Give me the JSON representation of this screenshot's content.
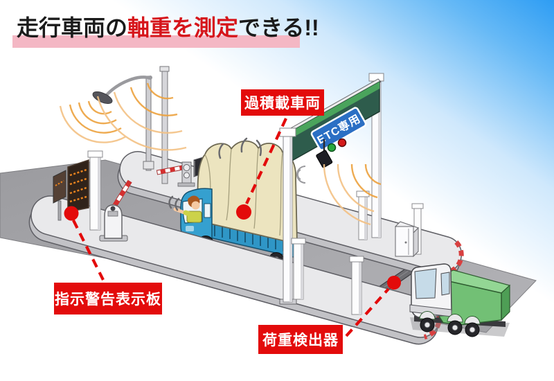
{
  "title": {
    "part1": "走行車両の",
    "part2": "軸重を測定",
    "part3": "できる!!"
  },
  "annotations": {
    "overloaded_vehicle": "過積載車両",
    "warning_display_board": "指示警告表示板",
    "load_detector": "荷重検出器"
  },
  "gantry": {
    "sign_text": "ETC専用"
  },
  "colors": {
    "annotation_red": "#e30b0b",
    "title_text_red": "#d6151b",
    "title_highlight_pink": "#f4b7c4",
    "sky_gradient_blue": "#2e9df3",
    "gantry_board_green": "#2e5c4c",
    "etc_sign_blue": "#2b6fc4",
    "radio_wave_orange": "#eda23f",
    "truck_body_blue": "#35a0cf",
    "cargo_beige": "#ece4bf",
    "green_truck_green": "#72c075"
  }
}
